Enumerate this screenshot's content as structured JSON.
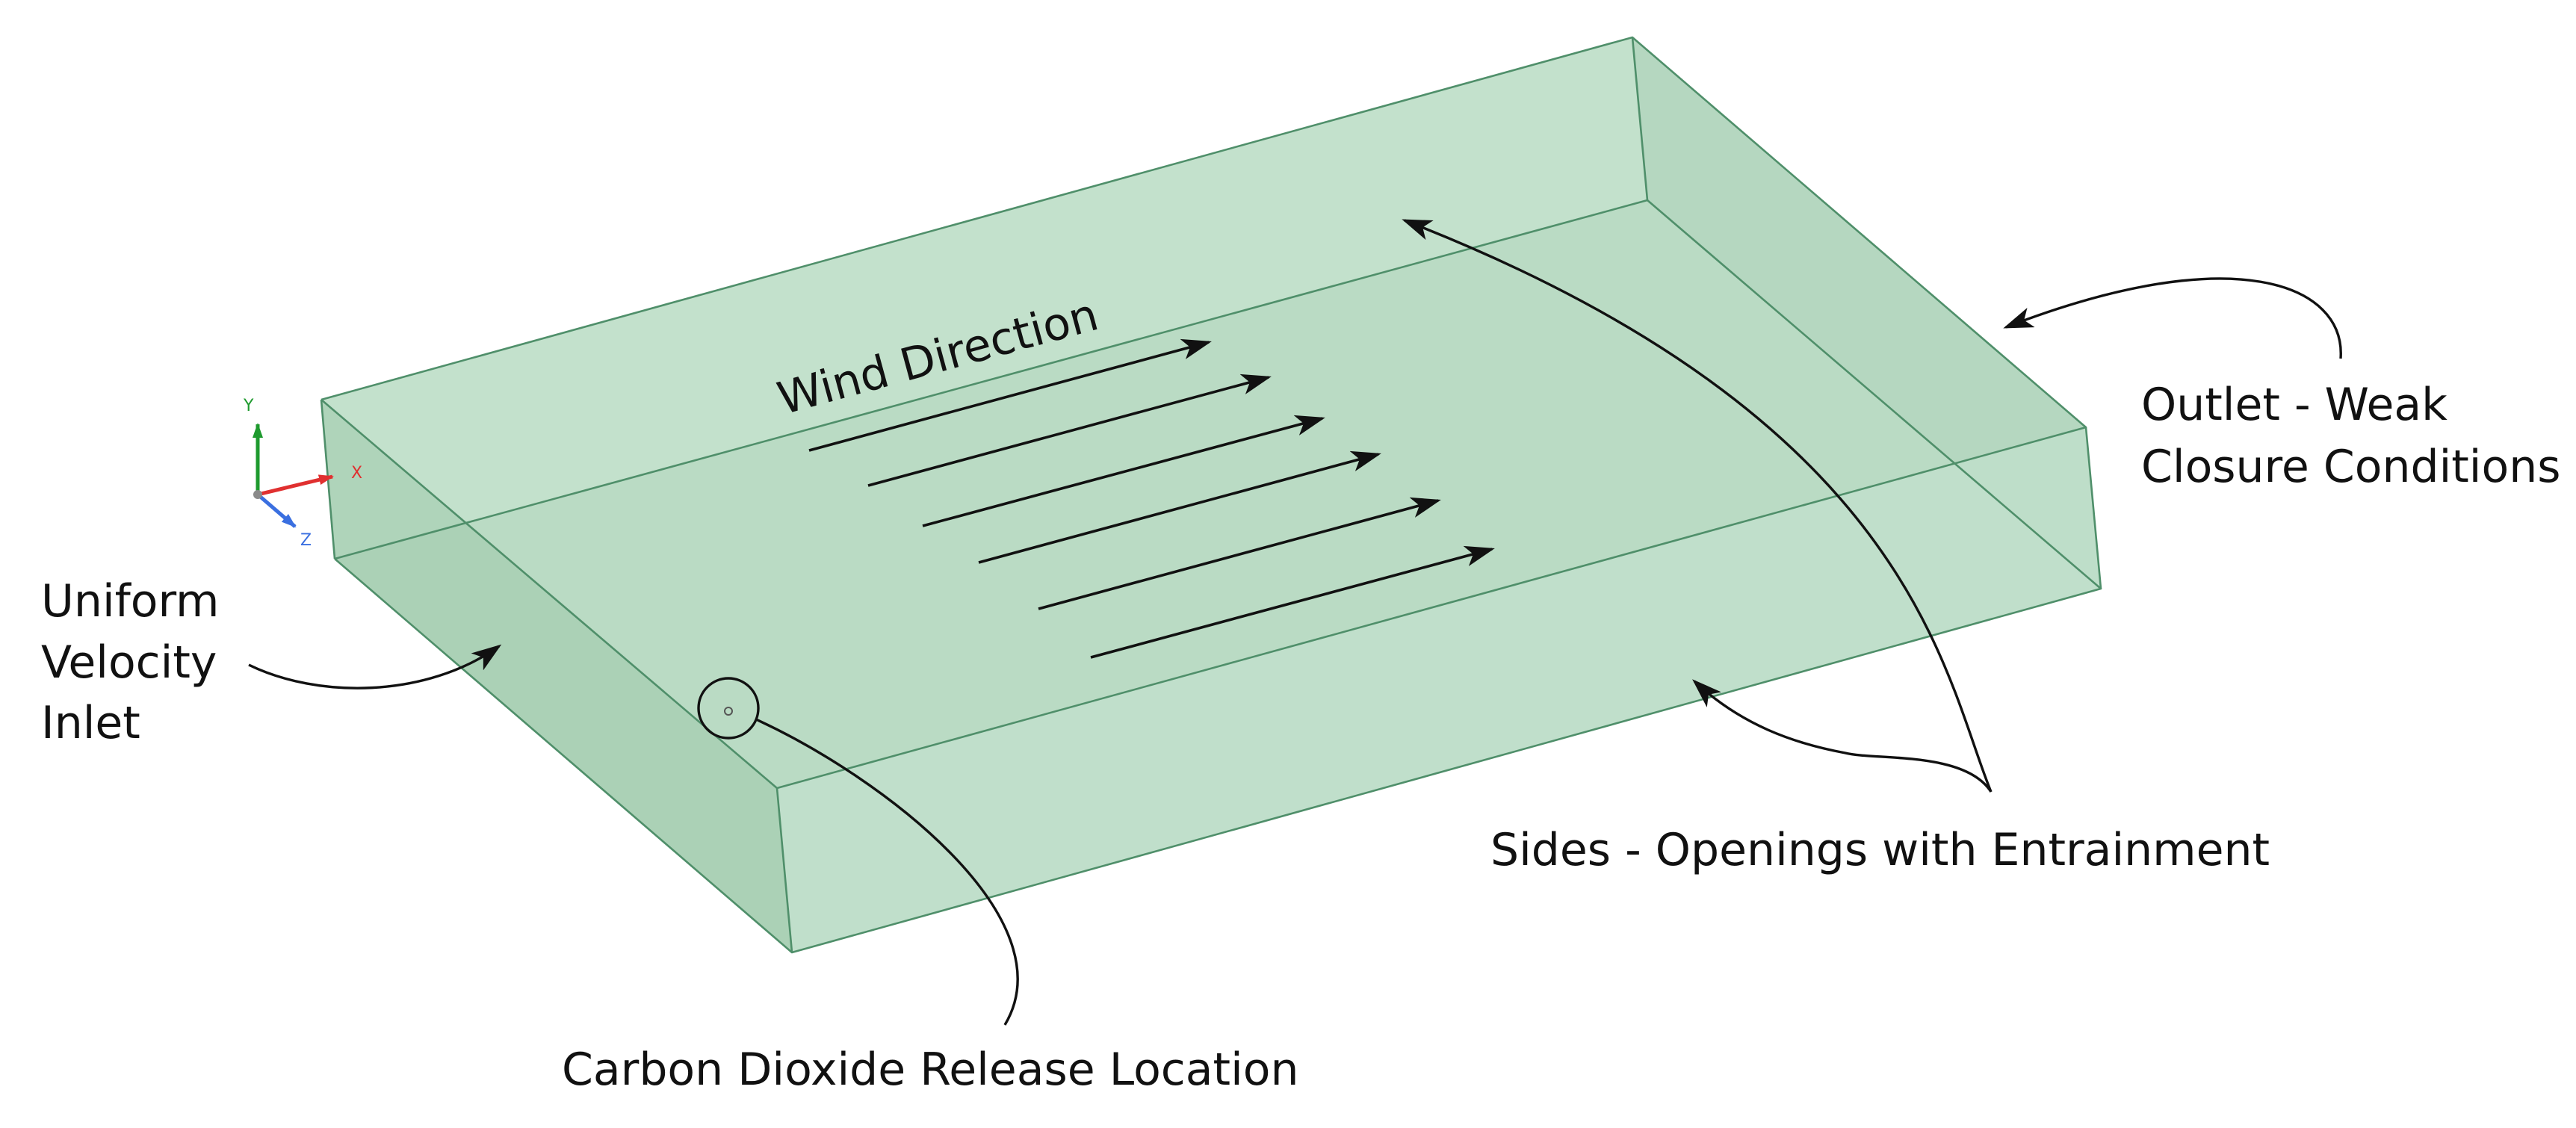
{
  "labels": {
    "wind_direction": "Wind Direction",
    "inlet_line1": "Uniform",
    "inlet_line2": "Velocity",
    "inlet_line3": "Inlet",
    "outlet_line1": "Outlet - Weak",
    "outlet_line2": "Closure Conditions",
    "sides": "Sides - Openings with Entrainment",
    "release": "Carbon Dioxide Release Location"
  },
  "axes": {
    "x": "X",
    "y": "Y",
    "z": "Z"
  },
  "colors": {
    "domain_fill": "#bedfc8",
    "domain_fill_dark": "#b0d5bc",
    "domain_edge": "#4f8f6a",
    "axis_x": "#e03030",
    "axis_y": "#1e9a2e",
    "axis_z": "#3a6fe0",
    "annotation": "#111111"
  },
  "wind_arrow_count": 6
}
